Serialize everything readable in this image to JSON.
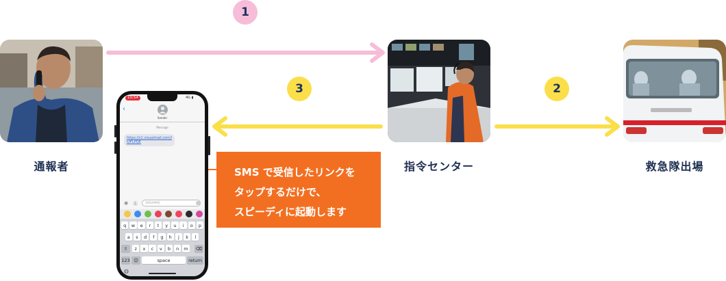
{
  "steps": [
    {
      "number": "1",
      "color": "#f7bdd8"
    },
    {
      "number": "2",
      "color": "#fbdf4a"
    },
    {
      "number": "3",
      "color": "#fbdf4a"
    }
  ],
  "nodes": {
    "reporter": "通報者",
    "command_center": "指令センター",
    "ambulance": "救急隊出場"
  },
  "callout": {
    "line1": "SMS で受信したリンクを",
    "line2": "タップするだけで、",
    "line3": "スピーディに起動します"
  },
  "phone": {
    "time": "10:54",
    "status_right": "4G ▮",
    "contact": "Sender",
    "message_meta": "Message",
    "message_link": "https://s1.visualmail.com/lt/iFLPQE",
    "input_placeholder": "SMS/MMS",
    "keyboard": {
      "row1": [
        "q",
        "w",
        "e",
        "r",
        "t",
        "y",
        "u",
        "i",
        "o",
        "p"
      ],
      "row2": [
        "a",
        "s",
        "d",
        "f",
        "g",
        "h",
        "j",
        "k",
        "l"
      ],
      "row3": [
        "z",
        "x",
        "c",
        "v",
        "b",
        "n",
        "m"
      ],
      "num_key": "123",
      "space_key": "space",
      "return_key": "return"
    }
  },
  "colors": {
    "pink_arrow": "#f7bdd8",
    "yellow_arrow": "#fbdf4a",
    "callout_bg": "#f26f21",
    "connector": "#f26f21",
    "label_text": "#1e2f52"
  }
}
